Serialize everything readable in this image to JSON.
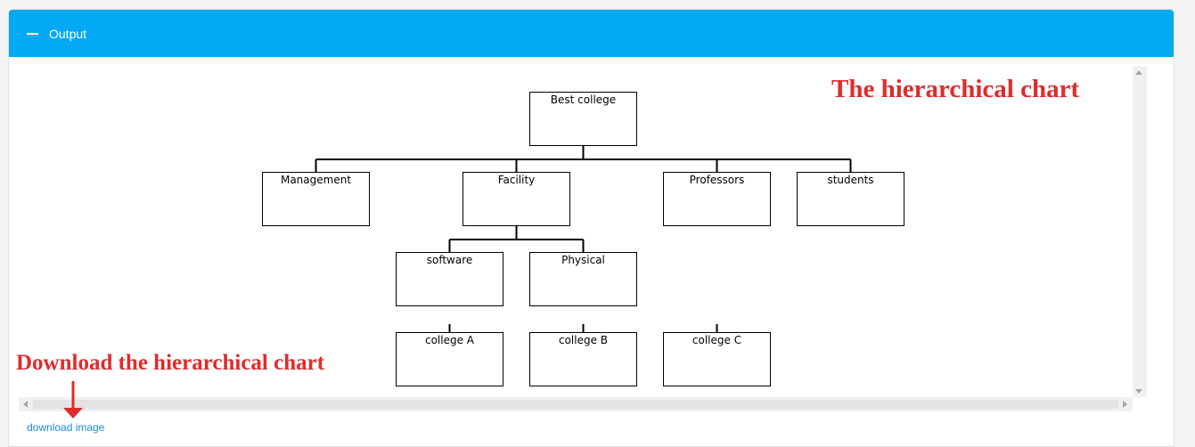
{
  "panel": {
    "title": "Output",
    "header_color": "#03a9f4",
    "collapse_icon": "minus-icon"
  },
  "chart": {
    "root": "Best college",
    "level1": [
      "Management",
      "Facility",
      "Professors",
      "students"
    ],
    "facility_children": [
      "software",
      "Physical"
    ],
    "colleges": [
      "college A",
      "college B",
      "college C"
    ]
  },
  "annotations": {
    "chart_label": "The hierarchical chart",
    "download_label": "Download the hierarchical chart",
    "color": "#e02b2b"
  },
  "download_link": "download image"
}
